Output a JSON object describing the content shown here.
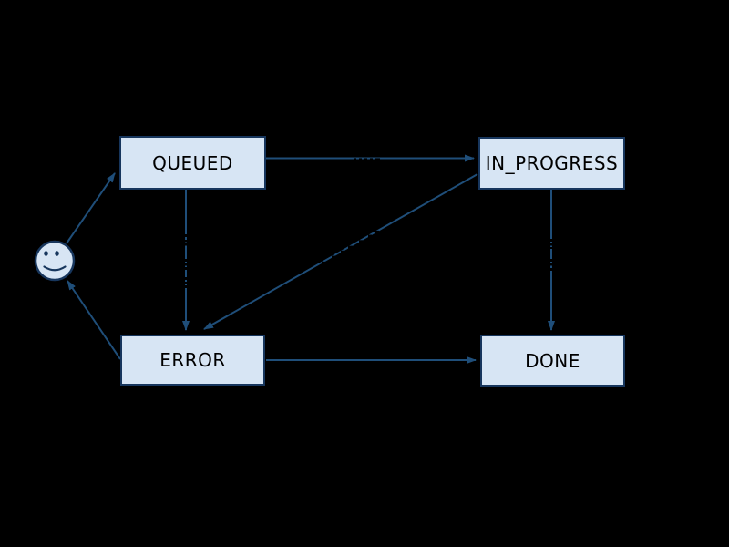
{
  "diagram": {
    "type": "state-diagram",
    "background_color": "#000000",
    "nodes": {
      "start": {
        "icon": "smiley-face-icon",
        "shape": "circle",
        "label": ""
      },
      "queued": {
        "label": "QUEUED"
      },
      "in_progress": {
        "label": "IN_PROGRESS"
      },
      "error": {
        "label": "ERROR"
      },
      "done": {
        "label": "DONE"
      }
    },
    "edges": [
      {
        "from": "start",
        "to": "QUEUED"
      },
      {
        "from": "QUEUED",
        "to": "IN_PROGRESS"
      },
      {
        "from": "QUEUED",
        "to": "ERROR"
      },
      {
        "from": "IN_PROGRESS",
        "to": "ERROR"
      },
      {
        "from": "IN_PROGRESS",
        "to": "DONE"
      },
      {
        "from": "ERROR",
        "to": "DONE"
      },
      {
        "from": "ERROR",
        "to": "start"
      }
    ],
    "edge_labels_visible": false,
    "colors": {
      "node_fill": "#d7e5f4",
      "node_border": "#17365d",
      "edge_line": "#1f4e79",
      "node_text": "#000000"
    }
  }
}
